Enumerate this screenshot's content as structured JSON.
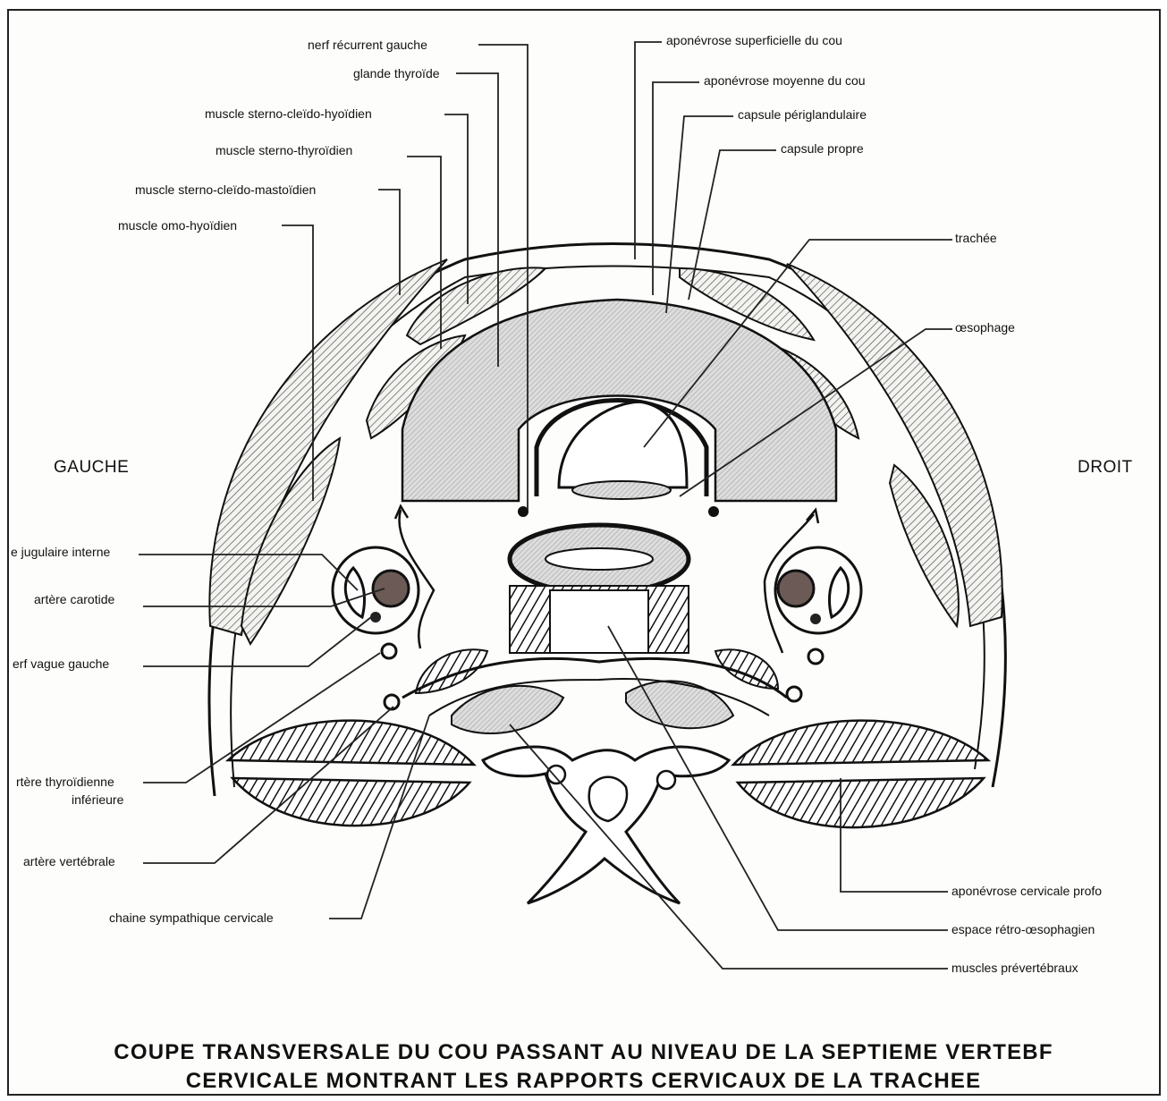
{
  "sides": {
    "left": "GAUCHE",
    "right": "DROIT"
  },
  "labels": {
    "nerf_recurrent_gauche": "nerf récurrent gauche",
    "glande_thyroide": "glande thyroïde",
    "muscle_sterno_cleido_hyoidien": "muscle sterno-cleïdo-hyoïdien",
    "muscle_sterno_thyroidien": "muscle sterno-thyroïdien",
    "muscle_sterno_cleido_mastoidien": "muscle sterno-cleïdo-mastoïdien",
    "muscle_omo_hyoidien": "muscle omo-hyoïdien",
    "veine_jugulaire_interne": "e jugulaire interne",
    "artere_carotide": "artère carotide",
    "nerf_vague_gauche": "erf vague gauche",
    "artere_thyroidienne_inferieure_1": "rtère thyroïdienne",
    "artere_thyroidienne_inferieure_2": "inférieure",
    "artere_vertebrale": "artère vertébrale",
    "chaine_sympathique_cervicale": "chaine sympathique cervicale",
    "aponevrose_superficielle": "aponévrose superficielle du cou",
    "aponevrose_moyenne": "aponévrose moyenne du cou",
    "capsule_periglandulaire": "capsule périglandulaire",
    "capsule_propre": "capsule propre",
    "trachee": "trachée",
    "oesophage": "œsophage",
    "aponevrose_cervicale_profonde": "aponévrose cervicale profo",
    "espace_retro_oesophagien": "espace rétro-œsophagien",
    "muscles_prevertebraux": "muscles prévertébraux"
  },
  "caption": {
    "line1": "COUPE TRANSVERSALE DU COU PASSANT AU NIVEAU DE LA SEPTIEME VERTEBF",
    "line2": "CERVICALE MONTRANT LES RAPPORTS CERVICAUX DE LA TRACHEE"
  }
}
